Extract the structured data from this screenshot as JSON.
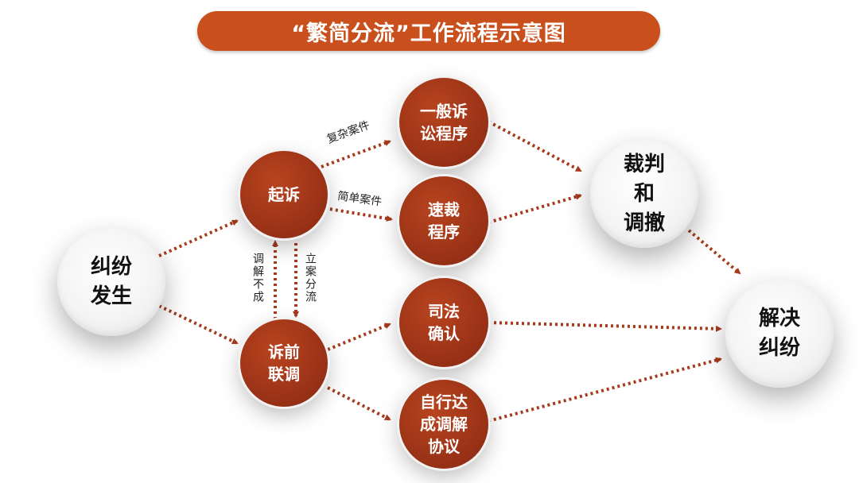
{
  "title": "“繁简分流”工作流程示意图",
  "nodes": {
    "dispute": "纠纷\n发生",
    "sue": "起诉",
    "pre_mediation": "诉前\n联调",
    "general": "一般诉\n讼程序",
    "fast": "速裁\n程序",
    "judicial": "司法\n确认",
    "self": "自行达\n成调解\n协议",
    "judgment": "裁判\n和\n调撤",
    "resolve": "解决\n纠纷"
  },
  "labels": {
    "complex": "复杂案件",
    "simple": "简单案件",
    "mediation_failed": "调解不成",
    "filing_split": "立案分流"
  },
  "colors": {
    "accent": "#c9501c",
    "node_red": "#9c3317",
    "arrow": "#a63a1c"
  }
}
